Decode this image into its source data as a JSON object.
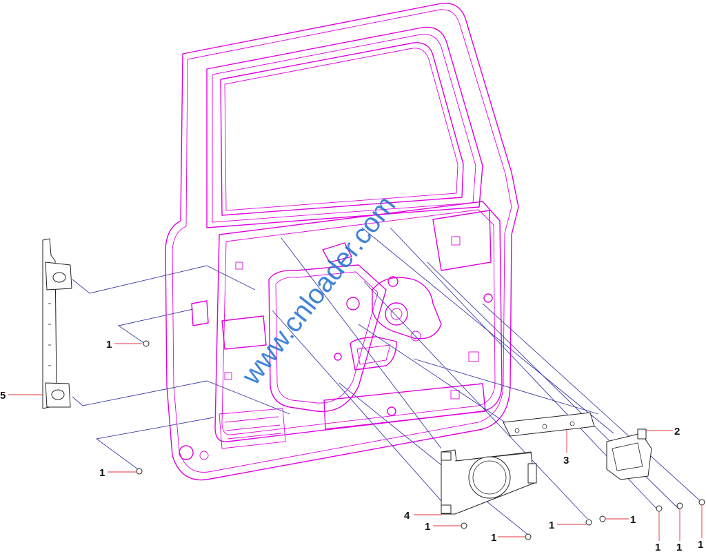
{
  "diagram": {
    "watermark": "www.cnloader.com",
    "colors": {
      "door_outline": "#e000e0",
      "leader_lines": "#3a3aa8",
      "callout_leader": "#e0303a",
      "watermark": "#1f6fd1",
      "parts": "#222222"
    },
    "callouts": [
      {
        "id": "c-5",
        "label": "5"
      },
      {
        "id": "c-1a",
        "label": "1"
      },
      {
        "id": "c-1b",
        "label": "1"
      },
      {
        "id": "c-4",
        "label": "4"
      },
      {
        "id": "c-1c",
        "label": "1"
      },
      {
        "id": "c-1d",
        "label": "1"
      },
      {
        "id": "c-1e",
        "label": "1"
      },
      {
        "id": "c-1f",
        "label": "1"
      },
      {
        "id": "c-3",
        "label": "3"
      },
      {
        "id": "c-2",
        "label": "2"
      },
      {
        "id": "c-1g",
        "label": "1"
      },
      {
        "id": "c-1h",
        "label": "1"
      },
      {
        "id": "c-1i",
        "label": "1"
      }
    ]
  }
}
